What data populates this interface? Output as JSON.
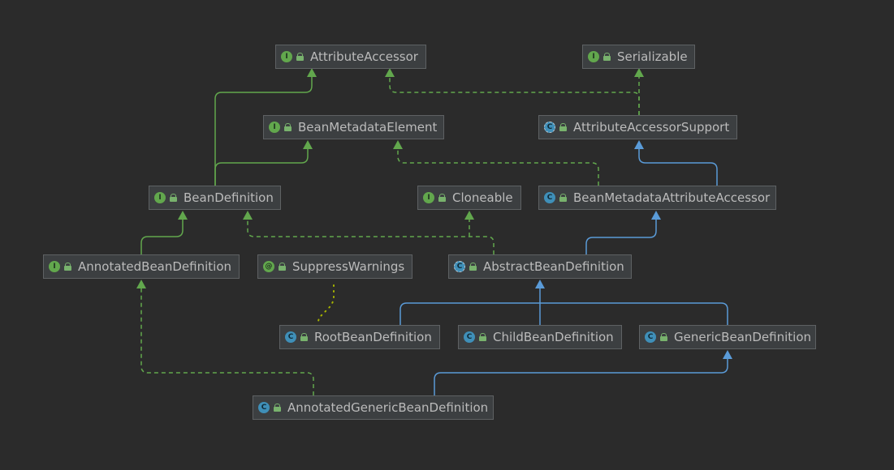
{
  "diagram": {
    "nodes": {
      "attributeAccessor": {
        "label": "AttributeAccessor",
        "kind": "interface",
        "badge": "I"
      },
      "serializable": {
        "label": "Serializable",
        "kind": "interface",
        "badge": "I"
      },
      "beanMetadataElement": {
        "label": "BeanMetadataElement",
        "kind": "interface",
        "badge": "I"
      },
      "attributeAccessorSupport": {
        "label": "AttributeAccessorSupport",
        "kind": "abstract",
        "badge": "C"
      },
      "beanDefinition": {
        "label": "BeanDefinition",
        "kind": "interface",
        "badge": "I"
      },
      "cloneable": {
        "label": "Cloneable",
        "kind": "interface",
        "badge": "I"
      },
      "beanMetadataAttributeAccessor": {
        "label": "BeanMetadataAttributeAccessor",
        "kind": "class",
        "badge": "C"
      },
      "annotatedBeanDefinition": {
        "label": "AnnotatedBeanDefinition",
        "kind": "interface",
        "badge": "I"
      },
      "suppressWarnings": {
        "label": "SuppressWarnings",
        "kind": "annotation",
        "badge": "@"
      },
      "abstractBeanDefinition": {
        "label": "AbstractBeanDefinition",
        "kind": "abstract",
        "badge": "C"
      },
      "rootBeanDefinition": {
        "label": "RootBeanDefinition",
        "kind": "class",
        "badge": "C"
      },
      "childBeanDefinition": {
        "label": "ChildBeanDefinition",
        "kind": "class",
        "badge": "C"
      },
      "genericBeanDefinition": {
        "label": "GenericBeanDefinition",
        "kind": "class",
        "badge": "C"
      },
      "annotatedGenericBeanDefinition": {
        "label": "AnnotatedGenericBeanDefinition",
        "kind": "class",
        "badge": "C"
      }
    },
    "colors": {
      "interface_extends": "#62a74d",
      "implements": "#62a74d",
      "class_extends": "#5a9bd8",
      "annotation_use": "#a6b300"
    }
  }
}
